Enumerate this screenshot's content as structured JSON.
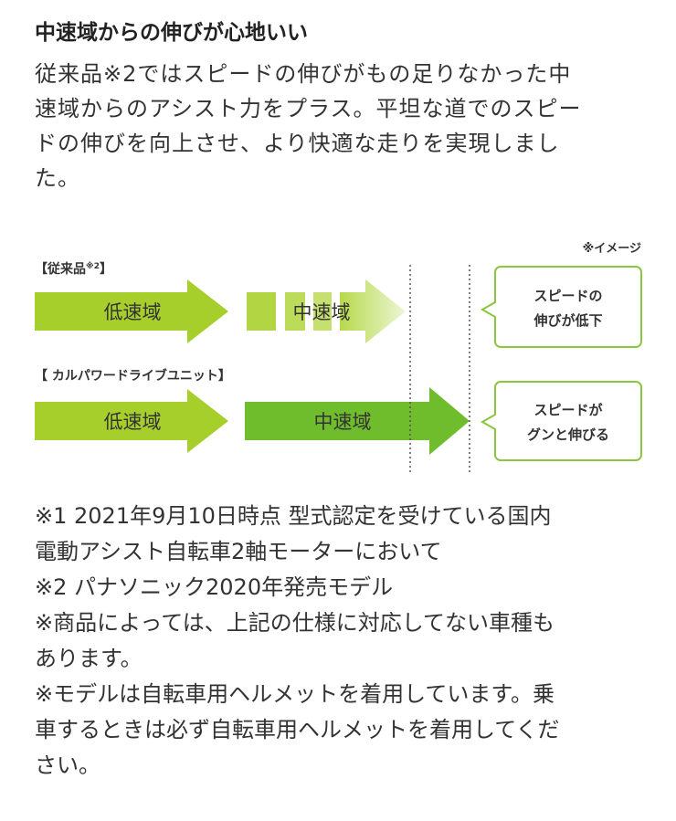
{
  "heading": "中速域からの伸びが心地いい",
  "lead_lines": [
    "従来品※2ではスピードの伸びがもの足りなかった中",
    "速域からのアシスト力をプラス。平坦な道でのスピー",
    "ドの伸びを向上させ、より快適な走りを実現しまし",
    "た。"
  ],
  "figure": {
    "image_note": "※イメージ",
    "row1": {
      "label": "【従来品",
      "label_sup": "※2",
      "label_close": "】",
      "low_zone": "低速域",
      "mid_zone": "中速域",
      "callout_line1": "スピードの",
      "callout_line2": "伸びが低下"
    },
    "row2": {
      "label": "【 カルパワードライブユニット】",
      "low_zone": "低速域",
      "mid_zone": "中速域",
      "callout_line1": "スピードが",
      "callout_line2": "グンと伸びる"
    },
    "colors": {
      "lime": "#a6cf2c",
      "green": "#6fbd2c",
      "callout_border": "#8cc63f",
      "divider": "#555555"
    }
  },
  "notes_lines": [
    "※1 2021年9月10日時点 型式認定を受けている国内",
    "電動アシスト自転車2軸モーターにおいて",
    "※2 パナソニック2020年発売モデル",
    "※商品によっては、上記の仕様に対応してない車種も",
    "あります。",
    "※モデルは自転車用ヘルメットを着用しています。乗",
    "車するときは必ず自転車用ヘルメットを着用してくだ",
    "さい。"
  ]
}
